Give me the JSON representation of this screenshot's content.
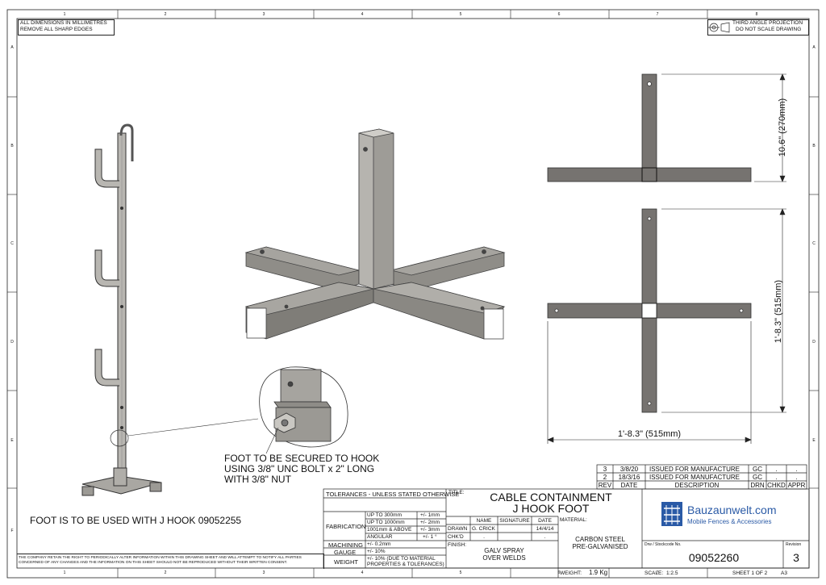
{
  "frame": {
    "col_labels": [
      "1",
      "2",
      "3",
      "4",
      "5",
      "6",
      "7",
      "8"
    ],
    "row_labels": [
      "A",
      "B",
      "C",
      "D",
      "E",
      "F"
    ]
  },
  "notes": {
    "top_left_1": "ALL DIMENSIONS IN MILLIMETRES",
    "top_left_2": "REMOVE ALL SHARP EDGES",
    "top_right_1": "THIRD ANGLE PROJECTION",
    "top_right_2": "DO NOT SCALE DRAWING",
    "foot_note_1": "FOOT TO BE SECURED TO HOOK",
    "foot_note_2": "USING 3/8\" UNC BOLT x 2\" LONG",
    "foot_note_3": "WITH 3/8\" NUT",
    "usage_note": "FOOT IS TO BE USED WITH J HOOK 09052255",
    "disclaimer_1": "THE COMPANY RETAIN THE RIGHT TO PERIODICALLY ALTER INFORMATION WITHIN THIS DRAWING SHEET AND WILL ATTEMPT TO NOTIFY ALL PARTIES",
    "disclaimer_2": "CONCERNED OF ANY CHANGES AND THE INFORMATION ON THIS SHEET SHOULD NOT BE REPRODUCED WITHOUT THEIR WRITTEN CONSENT."
  },
  "dimensions": {
    "vertical_top": "10.6\" (270mm)",
    "vertical_plan": "1'-8.3\" (515mm)",
    "horizontal_plan": "1'-8.3\" (515mm)"
  },
  "revisions": {
    "headers": [
      "REV",
      "DATE",
      "DESCRIPTION",
      "DRN",
      "CHKD",
      "APPR"
    ],
    "rows": [
      {
        "rev": "3",
        "date": "3/8/20",
        "desc": "ISSUED FOR MANUFACTURE",
        "drn": "GC",
        "chkd": ".",
        "appr": "."
      },
      {
        "rev": "2",
        "date": "18/3/16",
        "desc": "ISSUED FOR MANUFACTURE",
        "drn": "GC",
        "chkd": ".",
        "appr": "."
      }
    ]
  },
  "tolerances": {
    "header": "TOLERANCES - UNLESS STATED OTHERWISE",
    "fabrication_label": "FABRICATION",
    "fab_rows": [
      {
        "range": "UP TO 300mm",
        "tol": "+/- 1mm"
      },
      {
        "range": "UP TO 1000mm",
        "tol": "+/- 2mm"
      },
      {
        "range": "1001mm & ABOVE",
        "tol": "+/- 3mm"
      },
      {
        "range": "ANGULAR",
        "tol": "+/- 1 °"
      }
    ],
    "machining_label": "MACHINING",
    "machining_tol": "+/- 0.2mm",
    "gauge_label": "GAUGE",
    "gauge_tol": "+/- 10%",
    "weight_label": "WEIGHT",
    "weight_tol_1": "+/- 10% (DUE TO MATERIAL",
    "weight_tol_2": "PROPERTIES & TOLERANCES)"
  },
  "title_block": {
    "title_label": "TITLE:",
    "title_1": "CABLE CONTAINMENT",
    "title_2": "J HOOK FOOT",
    "name_hdr": "NAME",
    "sig_hdr": "SIGNATURE",
    "date_hdr": "DATE",
    "drawn_label": "DRAWN",
    "drawn_name": "G. CRICK",
    "drawn_date": "14/4/14",
    "chkd_label": "CHK'D",
    "chkd_name": ".",
    "chkd_date": ".",
    "finish_label": "FINISH:",
    "finish_1": "GALV SPRAY",
    "finish_2": "OVER WELDS",
    "material_label": "MATERIAL:",
    "material_1": "CARBON STEEL",
    "material_2": "PRE-GALVANISED",
    "weight_label": "WEIGHT:",
    "weight_value": "1.9 Kg",
    "company_name": "Bauzaunwelt.com",
    "company_tagline": "Mobile Fences & Accessories",
    "drw_label": "Drw / Stockcode No.",
    "drw_number": "09052260",
    "revision_label": "Revision",
    "revision_value": "3",
    "scale_label": "SCALE:",
    "scale_value": "1:2.5",
    "sheet": "SHEET 1 OF 2",
    "size": "A3"
  },
  "colors": {
    "steel_light": "#a19f99",
    "steel_mid": "#8d8b85",
    "steel_dark": "#6e6c67",
    "steel_plan": "#767370",
    "brand_blue": "#2a5aa6"
  }
}
